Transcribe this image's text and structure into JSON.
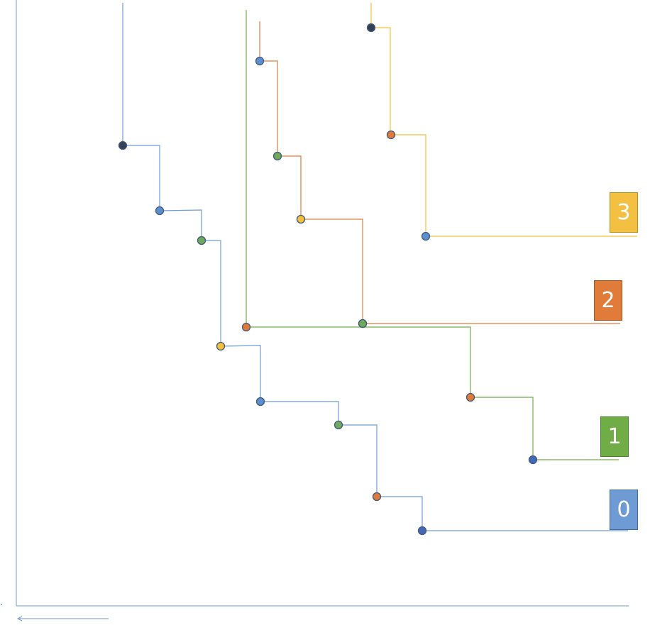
{
  "colors": {
    "blue_line": "#6E9BD3",
    "green_line": "#70AD47",
    "orange_line": "#E07A3A",
    "yellow_line": "#F2C03A",
    "node_blue": "#5B8FD0",
    "node_dark_blue": "#4468B8",
    "node_green": "#6FA95A",
    "node_orange": "#E07A3A",
    "node_yellow": "#F2C03A",
    "node_navy": "#334155",
    "node_stroke": "#41597A",
    "axis": "#6E9BD3"
  },
  "labels": [
    {
      "text": "3",
      "fill": "#F4C042",
      "stroke": "#B8901E"
    },
    {
      "text": "2",
      "fill": "#E07B39",
      "stroke": "#A4521F"
    },
    {
      "text": "1",
      "fill": "#70AD47",
      "stroke": "#4E7E30"
    },
    {
      "text": "0",
      "fill": "#6E9BD3",
      "stroke": "#3F6BA3"
    }
  ],
  "series": [
    {
      "name": "",
      "color_key": "blue_line",
      "nodes": [
        "node_navy",
        "node_blue",
        "node_green",
        "node_yellow",
        "node_blue",
        "node_green",
        "node_orange",
        "node_dark_blue"
      ]
    },
    {
      "name": "",
      "color_key": "green_line",
      "nodes": [
        "node_orange",
        "node_green",
        "node_orange",
        "node_dark_blue"
      ]
    },
    {
      "name": "",
      "color_key": "orange_line",
      "nodes": [
        "node_blue",
        "node_green",
        "node_yellow",
        "node_green"
      ]
    },
    {
      "name": "",
      "color_key": "yellow_line",
      "nodes": [
        "node_navy",
        "node_orange",
        "node_blue"
      ]
    }
  ]
}
